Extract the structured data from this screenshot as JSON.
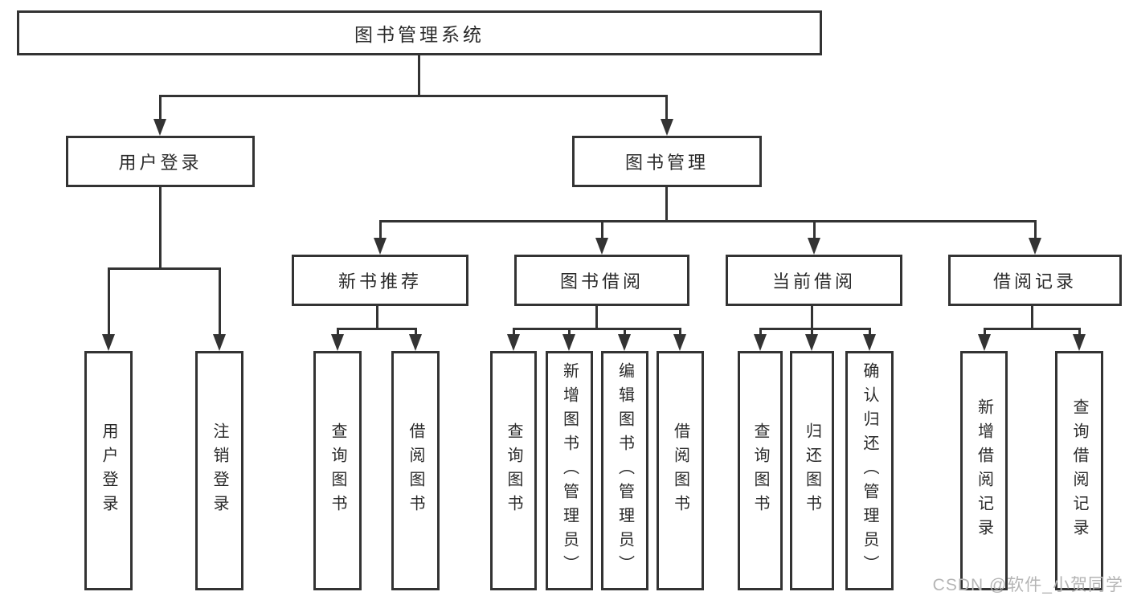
{
  "diagram_type": "function-structure-tree",
  "tree": {
    "label": "图书管理系统",
    "children": [
      {
        "label": "用户登录",
        "children": [
          {
            "label": "用户登录"
          },
          {
            "label": "注销登录"
          }
        ]
      },
      {
        "label": "图书管理",
        "children": [
          {
            "label": "新书推荐",
            "children": [
              {
                "label": "查询图书"
              },
              {
                "label": "借阅图书"
              }
            ]
          },
          {
            "label": "图书借阅",
            "children": [
              {
                "label": "查询图书"
              },
              {
                "label": "新增图书（管理员）"
              },
              {
                "label": "编辑图书（管理员）"
              },
              {
                "label": "借阅图书"
              }
            ]
          },
          {
            "label": "当前借阅",
            "children": [
              {
                "label": "查询图书"
              },
              {
                "label": "归还图书"
              },
              {
                "label": "确认归还（管理员）"
              }
            ]
          },
          {
            "label": "借阅记录",
            "children": [
              {
                "label": "新增借阅记录"
              },
              {
                "label": "查询借阅记录"
              }
            ]
          }
        ]
      }
    ]
  },
  "watermark": "CSDN @软件_小贺同学",
  "colors": {
    "line": "#333333",
    "text": "#2a2a2a",
    "watermark": "#b5b5b5",
    "background": "#ffffff"
  }
}
